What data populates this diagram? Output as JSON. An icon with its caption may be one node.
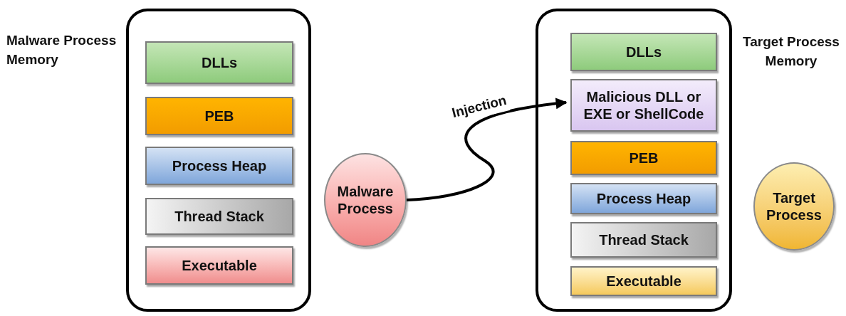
{
  "diagram": {
    "nodes": [
      {
        "text": [
          "Malware Process Memory"
        ]
      },
      {
        "text": [
          "DLLs"
        ],
        "in": 0
      },
      {
        "text": [
          "PEB"
        ],
        "in": 0
      },
      {
        "text": [
          "Process Heap"
        ],
        "in": 0
      },
      {
        "text": [
          "Thread Stack"
        ],
        "in": 0
      },
      {
        "text": [
          "Executable"
        ],
        "in": 0
      },
      {
        "text": [
          "Malware Process"
        ]
      },
      {
        "text": [
          "Target Process Memory"
        ]
      },
      {
        "text": [
          "DLLs"
        ],
        "in": 7
      },
      {
        "text": [
          "Malicious DLL or EXE or ShellCode"
        ],
        "in": 7
      },
      {
        "text": [
          "PEB"
        ],
        "in": 7
      },
      {
        "text": [
          "Process Heap"
        ],
        "in": 7
      },
      {
        "text": [
          "Thread Stack"
        ],
        "in": 7
      },
      {
        "text": [
          "Executable"
        ],
        "in": 7
      },
      {
        "text": [
          "Target Process"
        ]
      }
    ],
    "edges": [
      {
        "from": 6,
        "to": 9,
        "arrow": "to",
        "label": "Injection"
      }
    ]
  }
}
